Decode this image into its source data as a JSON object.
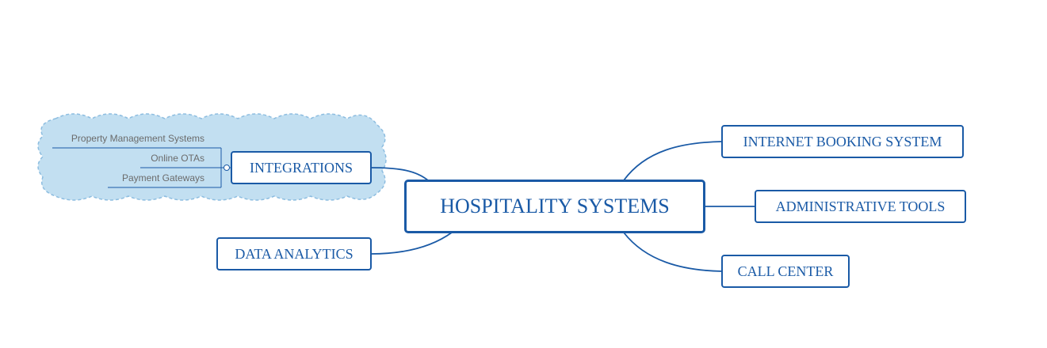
{
  "central": {
    "label": "HOSPITALITY SYSTEMS"
  },
  "topics": {
    "internet_booking": "INTERNET BOOKING SYSTEM",
    "administrative_tools": "ADMINISTRATIVE TOOLS",
    "call_center": "CALL CENTER",
    "integrations": "INTEGRATIONS",
    "data_analytics": "DATA ANALYTICS"
  },
  "integrations_subtopics": [
    "Property Management Systems",
    "Online OTAs",
    "Payment Gateways"
  ],
  "colors": {
    "node_border": "#1a5aa6",
    "node_text": "#1a5aa6",
    "connector": "#1a5aa6",
    "cloud_fill": "#c2dff1",
    "cloud_border": "#8dbde0",
    "subtopic_text": "#6b6b6b"
  }
}
